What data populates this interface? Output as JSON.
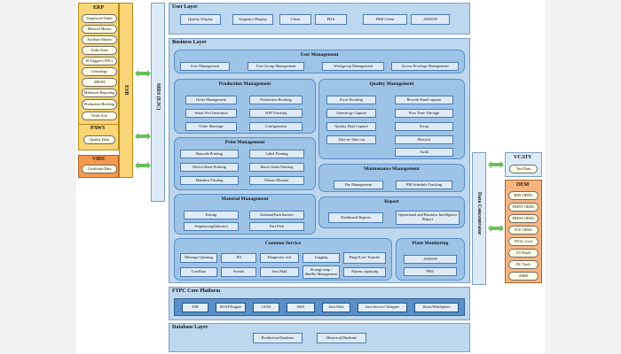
{
  "erp": {
    "title": "ERP",
    "items": [
      "Sequenced Order",
      "Material Master",
      "Attribute Master",
      "Order State",
      "IS Triggers (SNC)",
      "Genealogy",
      "SBOM",
      "Milestone Reporting",
      "Production Booking",
      "Order Ack"
    ]
  },
  "esb_label": "ESB",
  "paws": {
    "title": "PAWS",
    "items": [
      "Quality Data"
    ]
  },
  "vidc": {
    "title": "VIDC",
    "items": [
      "Certificate Data"
    ]
  },
  "mrs_label": "MRS (EJC)",
  "user_layer": {
    "title": "User Layer",
    "items": [
      "Quality Display",
      "Sequence Display",
      "Client",
      "PDA",
      "HMI Client",
      "ANDON"
    ]
  },
  "business_layer": {
    "title": "Business Layer"
  },
  "user_mgmt": {
    "title": "User Management",
    "items": [
      "User Management",
      "User Group Management",
      "Workgroup Management",
      "Access Privilege Management"
    ]
  },
  "production_mgmt": {
    "title": "Production Management",
    "items": [
      "Order Management",
      "Production Booking",
      "Serial No.Generation",
      "WIP Tracking",
      "Order Marriage",
      "Configuration"
    ]
  },
  "quality_mgmt": {
    "title": "Quality Management",
    "items": [
      "Error Proofing",
      "Rework Panel capture",
      "Genealogy Capture",
      "First Time Through",
      "Quality Data Capture",
      "Scrap",
      "Take-in-Take out",
      "Rework",
      "Audit"
    ]
  },
  "print_mgmt": {
    "title": "Print Management",
    "items": [
      "Barcode Printing",
      "Label Printing",
      "Defect Sheet Printing",
      "Batch Order Printing",
      "Manifest Printing",
      "Printer Monitor"
    ]
  },
  "maint_mgmt": {
    "title": "Maintenance Management",
    "items": [
      "Die Management",
      "PM Schedule Tracking"
    ]
  },
  "material_mgmt": {
    "title": "Material Management",
    "items": [
      "Kitting",
      "Kanban(Push button)",
      "Sequencing(Inhouse)",
      "Part Pick"
    ]
  },
  "report": {
    "title": "Report",
    "items": [
      "Dashboard Reports",
      "Operational and Business Intelligence Report"
    ]
  },
  "common_service": {
    "title": "Common Service",
    "items": [
      "Message Queuing",
      "JEI",
      "Diagnostic tool",
      "Logging",
      "Purge/Live Transfer",
      "LiveData",
      "Socket",
      "Java Mail",
      "Storage map / Shuffle Management",
      "Alarms capturing"
    ]
  },
  "plant_monitoring": {
    "title": "Plant Monitoring",
    "items": [
      "ANDON",
      "PMC"
    ]
  },
  "data_concentrator_label": "Data Concentrator",
  "vcats": {
    "title": "VCATS",
    "items": [
      "Test Data"
    ]
  },
  "oem": {
    "title": "OEM",
    "items": [
      "BIW OEM's",
      "PAINT OEM's",
      "PRESS OEM's",
      "TCF OEM's",
      "PULL Cord",
      "I/O Panel",
      "DC Tools",
      "ASRS"
    ]
  },
  "ftpc": {
    "title": "FTPC Core Platform",
    "items": [
      "EJB",
      "SOAP Engine",
      "JAAS",
      "JMX",
      "Java Mail",
      "Java Service Wrapper",
      "Jboss/WebSphere"
    ]
  },
  "database_layer": {
    "title": "Database Layer",
    "items": [
      "Production Database",
      "Historical Database"
    ]
  },
  "colors": {
    "erp": "#fbd678",
    "oem": "#f8b47f",
    "vidc": "#f59a4d",
    "vcats": "#dcebf7",
    "arrow": "#6abf5a",
    "sections": "#bdd7ee",
    "groups": "#9dc3e6"
  }
}
